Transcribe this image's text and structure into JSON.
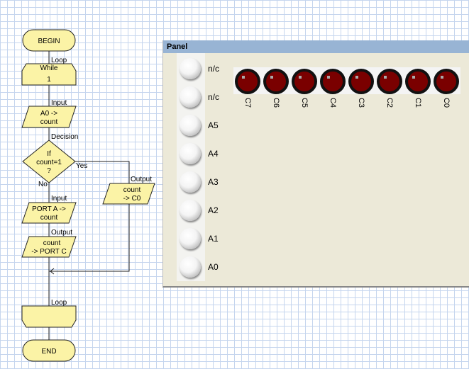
{
  "flowchart": {
    "begin": "BEGIN",
    "end": "END",
    "loop_label": "Loop",
    "loop_cond_1": "While",
    "loop_cond_2": "1",
    "input1_label": "Input",
    "input1_l1": "A0 ->",
    "input1_l2": "count",
    "decision_label": "Decision",
    "decision_l1": "If",
    "decision_l2": "count=1",
    "decision_l3": "?",
    "yes": "Yes",
    "no": "No",
    "output_yes_label": "Output",
    "output_yes_l1": "count",
    "output_yes_l2": "-> C0",
    "input2_label": "Input",
    "input2_l1": "PORT A ->",
    "input2_l2": "count",
    "output2_label": "Output",
    "output2_l1": "count",
    "output2_l2": "-> PORT C",
    "loop_end_label": "Loop"
  },
  "panel": {
    "title": "Panel",
    "buttons": [
      "n/c",
      "n/c",
      "A5",
      "A4",
      "A3",
      "A2",
      "A1",
      "A0"
    ],
    "leds": [
      "C7",
      "C6",
      "C5",
      "C4",
      "C3",
      "C2",
      "C1",
      "C0"
    ],
    "led_color": "#7a0000"
  }
}
